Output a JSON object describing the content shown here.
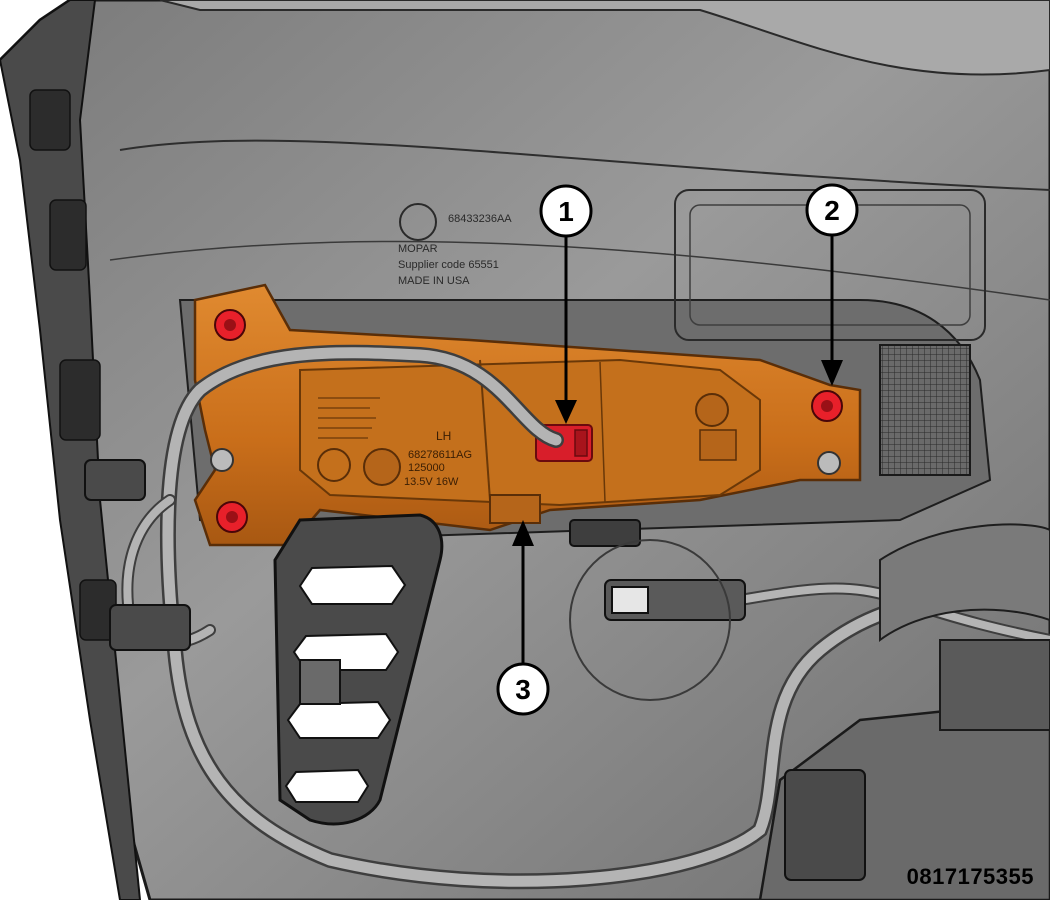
{
  "figure": {
    "id_code": "0817175355",
    "callouts": [
      {
        "number": "1"
      },
      {
        "number": "2"
      },
      {
        "number": "3"
      }
    ],
    "colors": {
      "bracket": "#d4781c",
      "bracket_dark": "#8a4a10",
      "fastener": "#e8202a",
      "connector": "#d81e2a",
      "panel": "#8e8e8e",
      "panel_dark": "#5e5e5e",
      "panel_light": "#b8b8b8"
    },
    "part_markings": {
      "logo_part_no": "68433236AA",
      "brand_text": "MOPAR",
      "supplier_line": "Supplier code 65551",
      "origin": "MADE IN USA",
      "lamp_side": "LH",
      "lamp_part_no": "68278611AG",
      "lamp_code": "125000",
      "lamp_rating": "13.5V 16W"
    }
  }
}
